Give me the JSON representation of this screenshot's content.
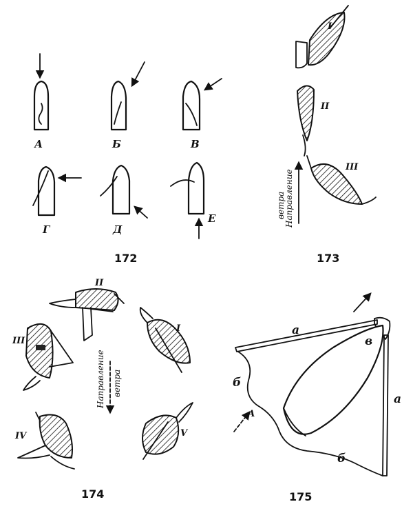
{
  "figures": {
    "fig172": {
      "number": "172",
      "labels": [
        "А",
        "Б",
        "В",
        "Г",
        "Д",
        "Е"
      ]
    },
    "fig173": {
      "number": "173",
      "roman": [
        "I",
        "II",
        "III"
      ],
      "wind_text": [
        "Направление",
        "ветра"
      ]
    },
    "fig174": {
      "number": "174",
      "roman": [
        "I",
        "II",
        "III",
        "IV",
        "V"
      ],
      "wind_text": [
        "Направление",
        "ветра"
      ]
    },
    "fig175": {
      "number": "175",
      "labels": {
        "a_top": "а",
        "a_right": "а",
        "b_left": "б",
        "b_bottom": "б",
        "v_corner": "в",
        "arrow": "А"
      }
    }
  }
}
